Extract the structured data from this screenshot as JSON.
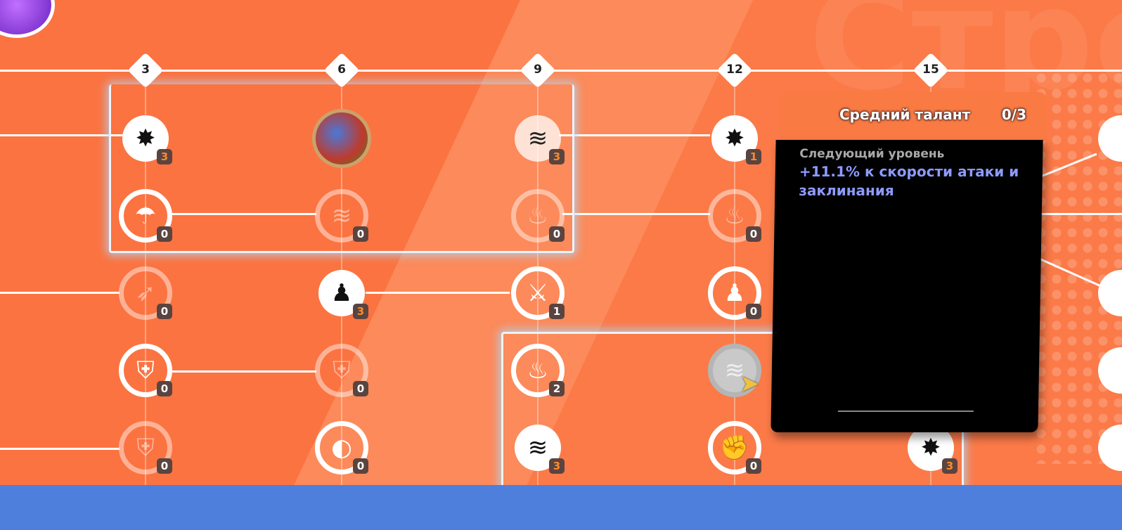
{
  "watermark": "Cтре",
  "milestones": [
    "3",
    "6",
    "9",
    "12",
    "15"
  ],
  "columns": [
    [
      {
        "icon": "shatter",
        "glyph": "✸",
        "style": "filled",
        "level": "3",
        "max": true
      },
      {
        "icon": "mushroom",
        "glyph": "☂",
        "style": "ring",
        "level": "0"
      },
      {
        "icon": "feather",
        "glyph": "➶",
        "style": "faded",
        "level": "0"
      },
      {
        "icon": "armor",
        "glyph": "⛨",
        "style": "ring",
        "level": "0"
      },
      {
        "icon": "armor",
        "glyph": "⛨",
        "style": "faded",
        "level": "0"
      }
    ],
    [
      {
        "icon": "elemental-orb",
        "glyph": "",
        "style": "orb",
        "level": null
      },
      {
        "icon": "winged-boot",
        "glyph": "≋",
        "style": "faded",
        "level": "0"
      },
      {
        "icon": "meditation",
        "glyph": "♟",
        "style": "filled",
        "level": "3",
        "max": true
      },
      {
        "icon": "armor",
        "glyph": "⛨",
        "style": "faded",
        "level": "0"
      },
      {
        "icon": "shield",
        "glyph": "◐",
        "style": "ring",
        "level": "0"
      }
    ],
    [
      {
        "icon": "winged-boot",
        "glyph": "≋",
        "style": "semi",
        "level": "3",
        "max": true
      },
      {
        "icon": "dragon",
        "glyph": "♨",
        "style": "faded",
        "level": "0"
      },
      {
        "icon": "crossed-swords",
        "glyph": "⚔",
        "style": "ring",
        "level": "1"
      },
      {
        "icon": "phoenix",
        "glyph": "♨",
        "style": "ring",
        "level": "2"
      },
      {
        "icon": "winged-boot",
        "glyph": "≋",
        "style": "filled",
        "level": "3",
        "max": true
      }
    ],
    [
      {
        "icon": "shatter",
        "glyph": "✸",
        "style": "filled",
        "level": "1",
        "max": true
      },
      {
        "icon": "dragon",
        "glyph": "♨",
        "style": "faded",
        "level": "0"
      },
      {
        "icon": "meditation",
        "glyph": "♟",
        "style": "ring",
        "level": "0"
      },
      {
        "icon": "winged-boot",
        "glyph": "≋",
        "style": "grey",
        "level": null
      },
      {
        "icon": "fist",
        "glyph": "✊",
        "style": "ring",
        "level": "0"
      }
    ],
    [
      null,
      null,
      null,
      null,
      {
        "icon": "shatter",
        "glyph": "✸",
        "style": "filled",
        "level": "3",
        "max": true
      }
    ]
  ],
  "tooltip": {
    "title": "Средний талант",
    "count": "0/3",
    "subtitle": "Следующий уровень",
    "description": "+11.1% к скорости атаки и заклинания"
  }
}
